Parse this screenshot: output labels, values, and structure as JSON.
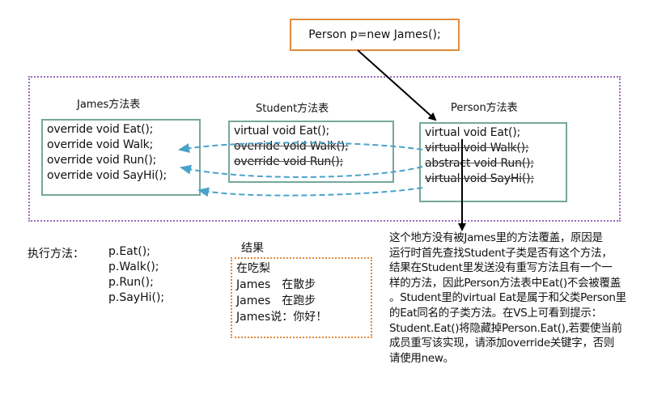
{
  "constructor_statement": "Person p=new James();",
  "tables": {
    "james": {
      "title": "James方法表",
      "methods": [
        {
          "text": "override void Eat();",
          "struck": false
        },
        {
          "text": "override void Walk;",
          "struck": false
        },
        {
          "text": "override void Run();",
          "struck": false
        },
        {
          "text": "override void SayHi();",
          "struck": false
        }
      ]
    },
    "student": {
      "title": "Student方法表",
      "methods": [
        {
          "text": "virtual void Eat();",
          "struck": false
        },
        {
          "text": "override void Walk();",
          "struck": true
        },
        {
          "text": "override void Run();",
          "struck": true
        }
      ]
    },
    "person": {
      "title": "Person方法表",
      "methods": [
        {
          "text": "virtual void Eat();",
          "struck": false
        },
        {
          "text": "virtual void Walk();",
          "struck": true
        },
        {
          "text": "abstract void Run();",
          "struck": true
        },
        {
          "text": "virtual void SayHi();",
          "struck": true
        }
      ]
    }
  },
  "execution": {
    "label": "执行方法：",
    "calls": [
      "p.Eat();",
      "p.Walk();",
      "p.Run();",
      "p.SayHi();"
    ]
  },
  "result": {
    "title": "结果",
    "lines": [
      "在吃梨",
      "James　在散步",
      "James　在跑步",
      "James说：你好！"
    ]
  },
  "note": {
    "lines": [
      "这个地方没有被James里的方法覆盖，原因是",
      "运行时首先查找Student子类是否有这个方法，",
      "结果在Student里发送没有重写方法且有一个一",
      "样的方法，因此Person方法表中Eat()不会被覆盖",
      "。Student里的virtual Eat是属于和父类Person里",
      "的Eat同名的子类方法。在VS上可看到提示：",
      "Student.Eat()将隐藏掉Person.Eat(),若要使当前",
      "成员重写该实现，请添加override关键字，否则",
      "请使用new。"
    ]
  },
  "colors": {
    "table_border": "#76a89a",
    "outer_border": "#9b6bc0",
    "orange_border": "#e08a3c",
    "dashed_arrow": "#4aa3c8"
  }
}
